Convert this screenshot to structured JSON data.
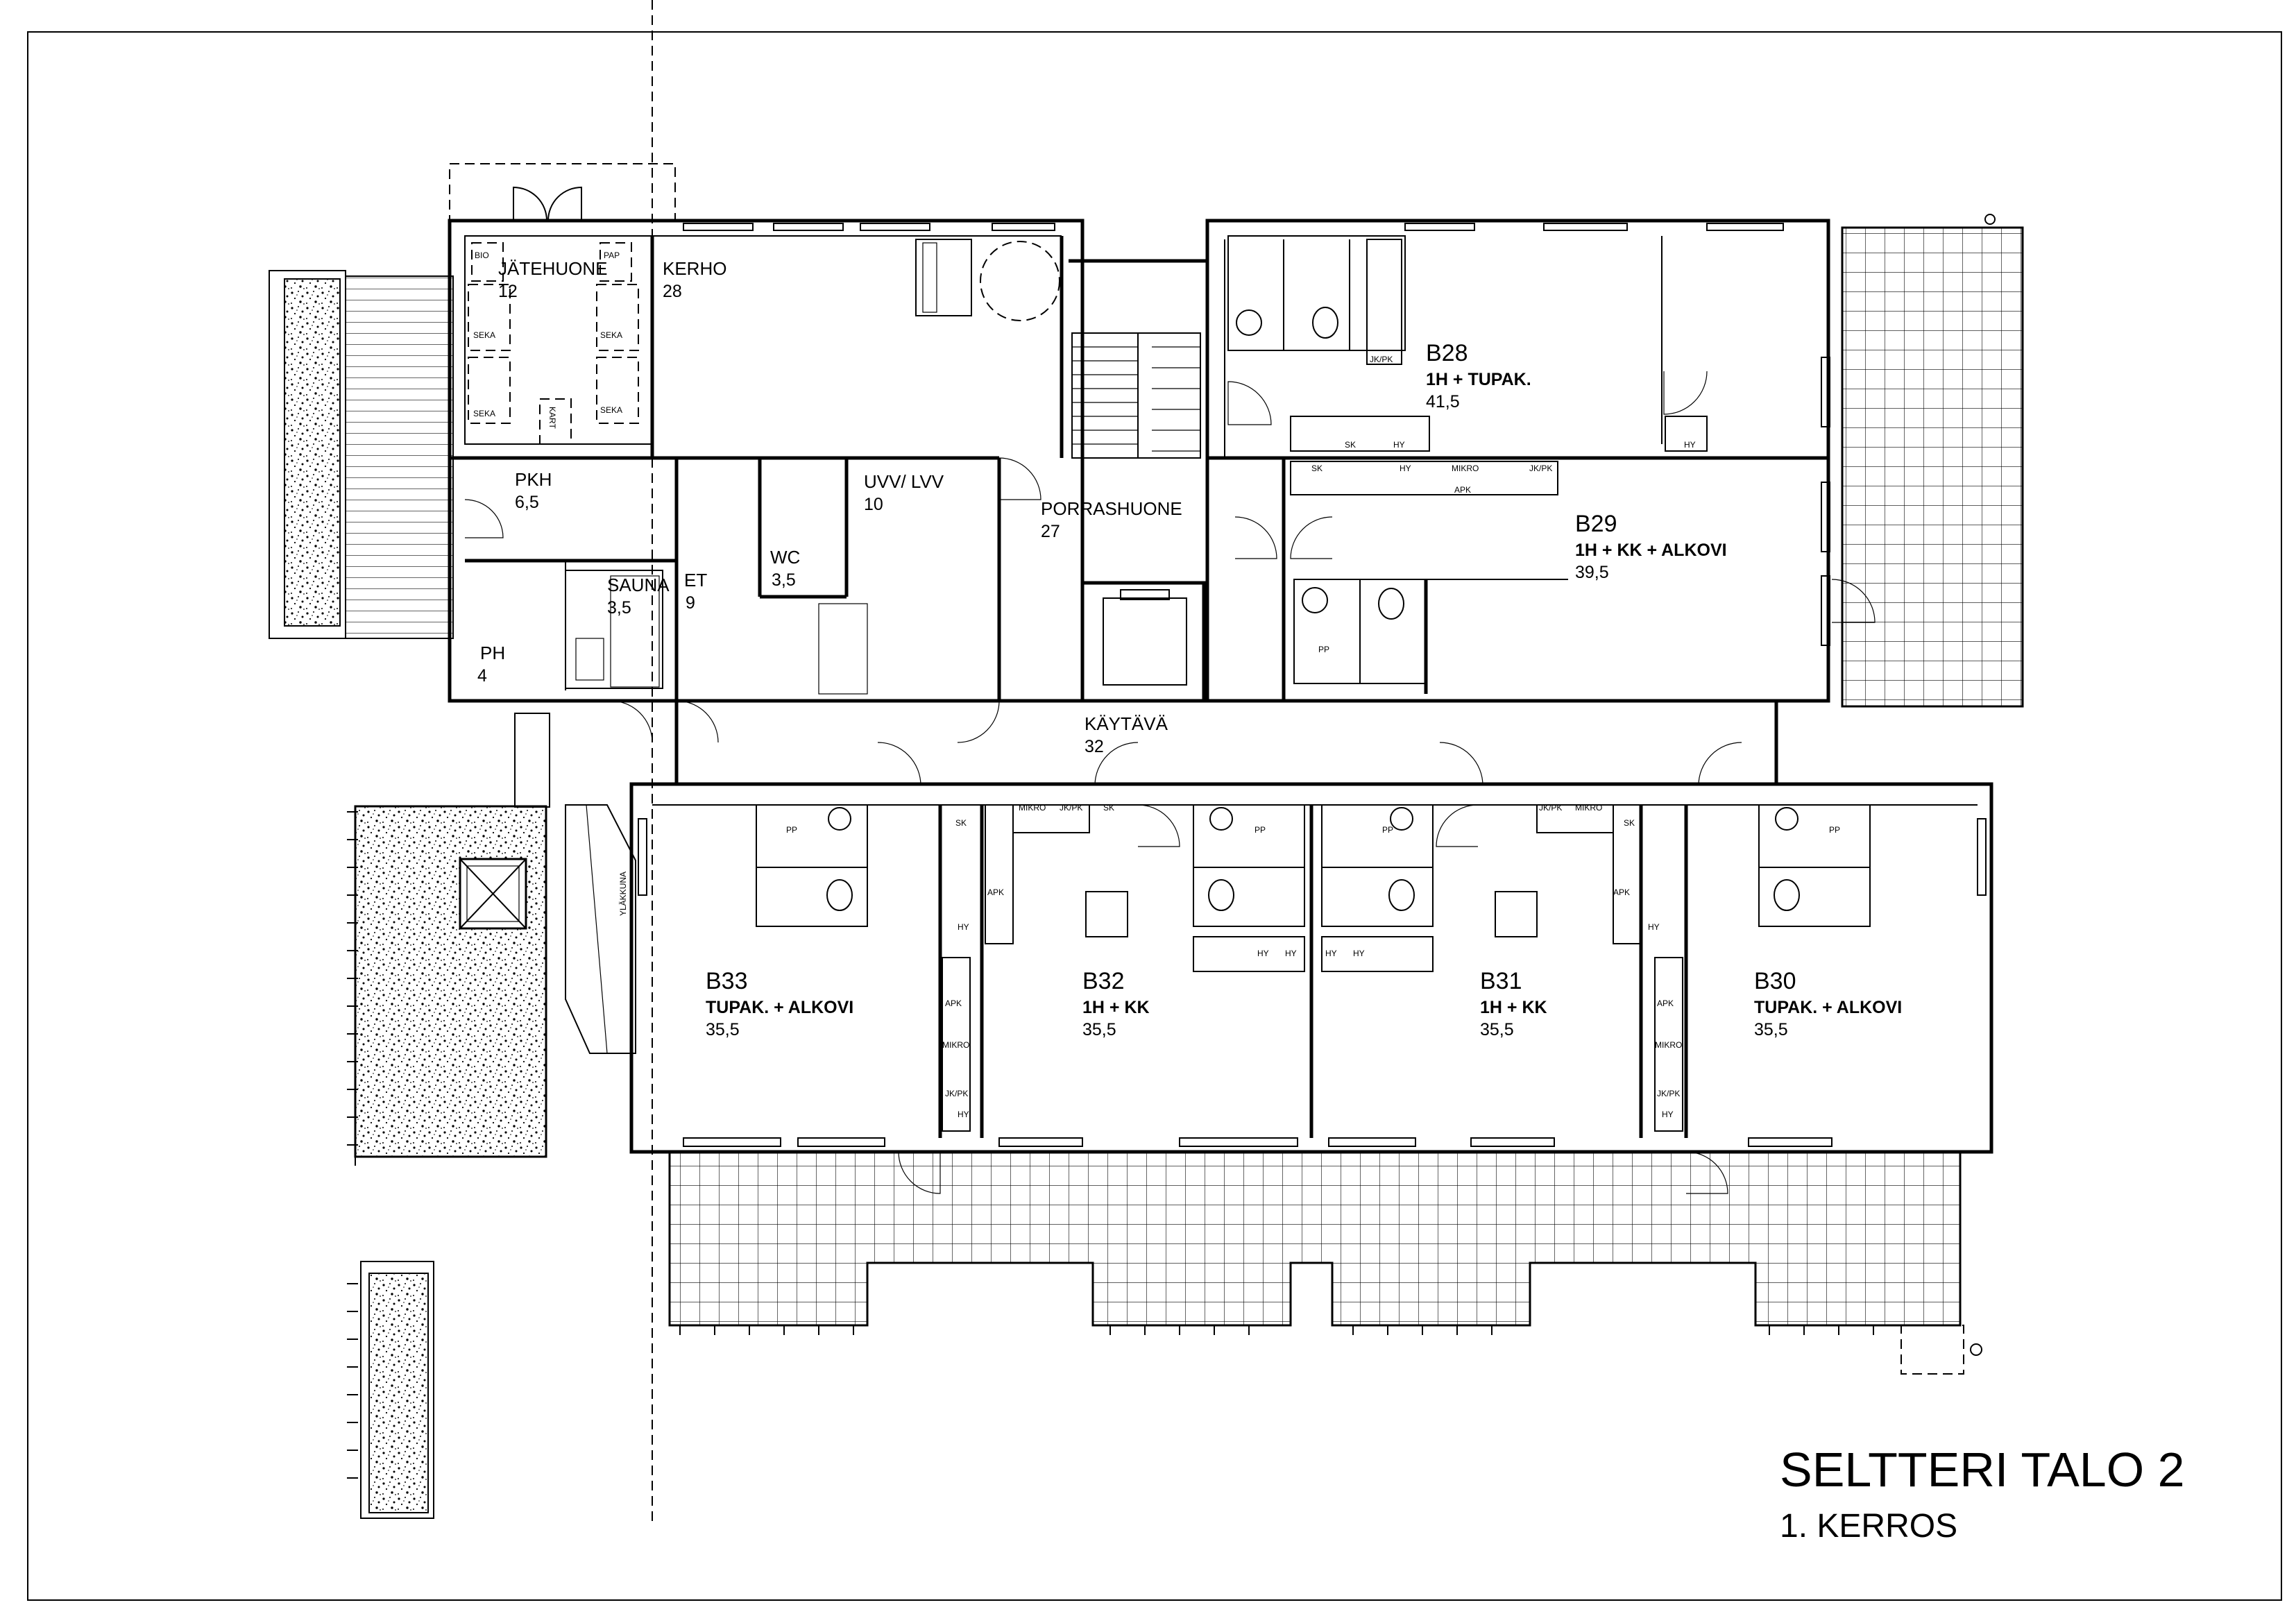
{
  "drawing": {
    "title": "SELTTERI TALO 2",
    "subtitle": "1. KERROS"
  },
  "rooms": {
    "jatehuone": {
      "name": "JÄTEHUONE",
      "area": "12"
    },
    "kerho": {
      "name": "KERHO",
      "area": "28"
    },
    "pkh": {
      "name": "PKH",
      "area": "6,5"
    },
    "sauna": {
      "name": "SAUNA",
      "area": "3,5"
    },
    "ph": {
      "name": "PH",
      "area": "4"
    },
    "et": {
      "name": "ET",
      "area": "9"
    },
    "wc": {
      "name": "WC",
      "area": "3,5"
    },
    "uvv": {
      "name": "UVV/ LVV",
      "area": "10"
    },
    "porrashuone": {
      "name": "PORRASHUONE",
      "area": "27"
    },
    "kaytava": {
      "name": "KÄYTÄVÄ",
      "area": "32"
    }
  },
  "apartments": {
    "b28": {
      "id": "B28",
      "type": "1H + TUPAK.",
      "area": "41,5"
    },
    "b29": {
      "id": "B29",
      "type": "1H + KK + ALKOVI",
      "area": "39,5"
    },
    "b33": {
      "id": "B33",
      "type": "TUPAK. + ALKOVI",
      "area": "35,5"
    },
    "b32": {
      "id": "B32",
      "type": "1H + KK",
      "area": "35,5"
    },
    "b31": {
      "id": "B31",
      "type": "1H + KK",
      "area": "35,5"
    },
    "b30": {
      "id": "B30",
      "type": "TUPAK. + ALKOVI",
      "area": "35,5"
    }
  },
  "waste_bins": {
    "bio": "BIO",
    "pap": "PAP",
    "seka": "SEKA",
    "kart": "KART"
  },
  "fixtures": {
    "sk": "SK",
    "hy": "HY",
    "jkpk": "JK/PK",
    "apk": "APK",
    "mikro": "MIKRO",
    "pp": "PP",
    "ylakkuna": "YLÄKKUNA"
  }
}
